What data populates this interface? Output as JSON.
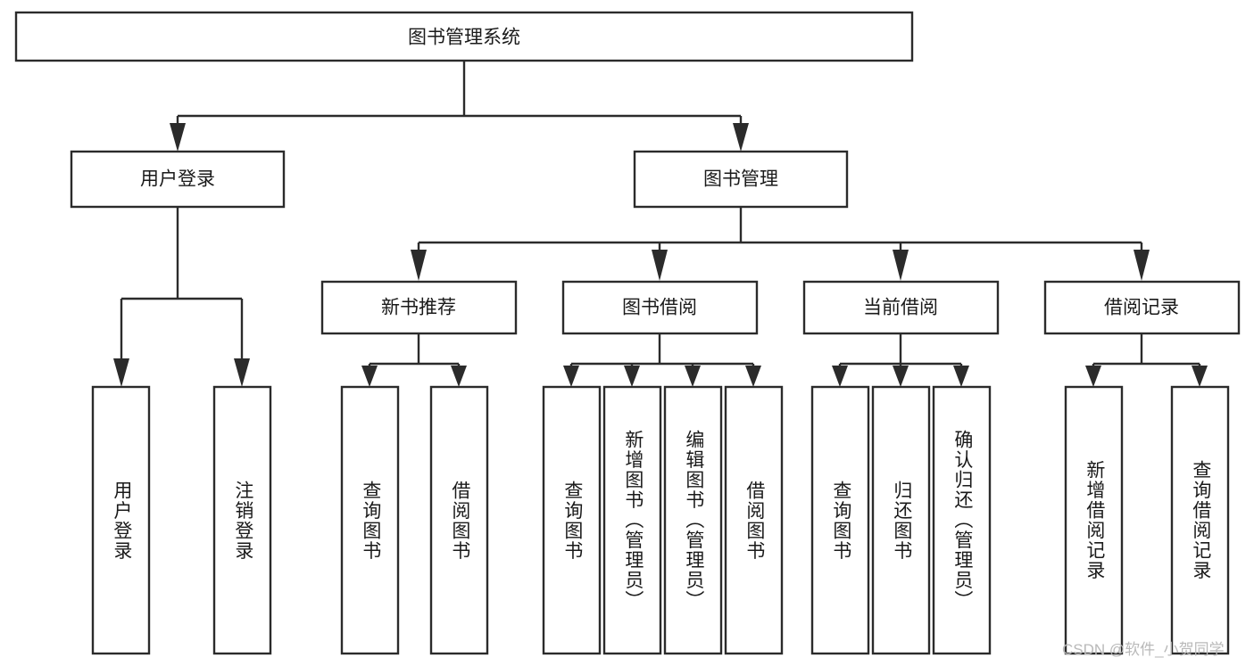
{
  "diagram": {
    "type": "tree",
    "title": "图书管理系统",
    "orientation": "top-down",
    "stroke_color": "#2b2b2b",
    "fill_color": "#ffffff",
    "text_color": "#1a1a1a",
    "root": {
      "label": "图书管理系统",
      "level": 1
    },
    "level2": [
      {
        "label": "用户登录"
      },
      {
        "label": "图书管理"
      }
    ],
    "level3": [
      {
        "label": "新书推荐",
        "parent": "图书管理"
      },
      {
        "label": "图书借阅",
        "parent": "图书管理"
      },
      {
        "label": "当前借阅",
        "parent": "图书管理"
      },
      {
        "label": "借阅记录",
        "parent": "图书管理"
      }
    ],
    "leaves": {
      "用户登录": [
        "用户登录",
        "注销登录"
      ],
      "新书推荐": [
        "查询图书",
        "借阅图书"
      ],
      "图书借阅": [
        "查询图书",
        "新增图书（管理员）",
        "编辑图书（管理员）",
        "借阅图书"
      ],
      "当前借阅": [
        "查询图书",
        "归还图书",
        "确认归还（管理员）"
      ],
      "借阅记录": [
        "新增借阅记录",
        "查询借阅记录"
      ]
    }
  },
  "watermark": {
    "text": "CSDN @软件_小贺同学"
  }
}
